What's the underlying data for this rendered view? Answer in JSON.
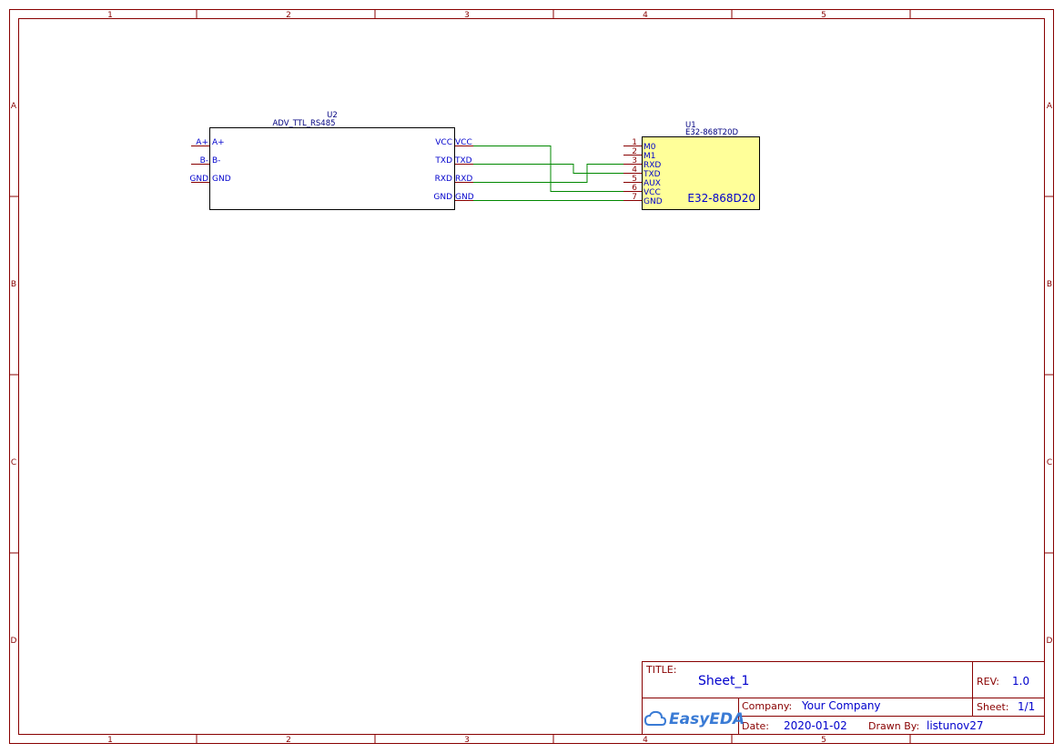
{
  "frame": {
    "columns": [
      "1",
      "2",
      "3",
      "4",
      "5"
    ],
    "rows": [
      "A",
      "B",
      "C",
      "D"
    ]
  },
  "u2": {
    "designator": "U2",
    "name": "ADV_TTL_RS485",
    "left_pins": [
      "A+",
      "B-",
      "GND"
    ],
    "left_nets": [
      "A+",
      "B-",
      "GND"
    ],
    "right_pins": [
      "VCC",
      "TXD",
      "RXD",
      "GND"
    ],
    "right_nets": [
      "VCC",
      "TXD",
      "RXD",
      "GND"
    ]
  },
  "u1": {
    "designator": "U1",
    "part": "E32-868T20D",
    "name": "E32-868D20",
    "pin_numbers": [
      "1",
      "2",
      "3",
      "4",
      "5",
      "6",
      "7"
    ],
    "pin_names": [
      "M0",
      "M1",
      "RXD",
      "TXD",
      "AUX",
      "VCC",
      "GND"
    ]
  },
  "title_block": {
    "title_label": "TITLE:",
    "title_value": "Sheet_1",
    "rev_label": "REV:",
    "rev_value": "1.0",
    "company_label": "Company:",
    "company_value": "Your Company",
    "sheet_label": "Sheet:",
    "sheet_value": "1/1",
    "date_label": "Date:",
    "date_value": "2020-01-02",
    "drawn_label": "Drawn By:",
    "drawn_value": "listunov27",
    "logo_text": "EasyEDA"
  }
}
